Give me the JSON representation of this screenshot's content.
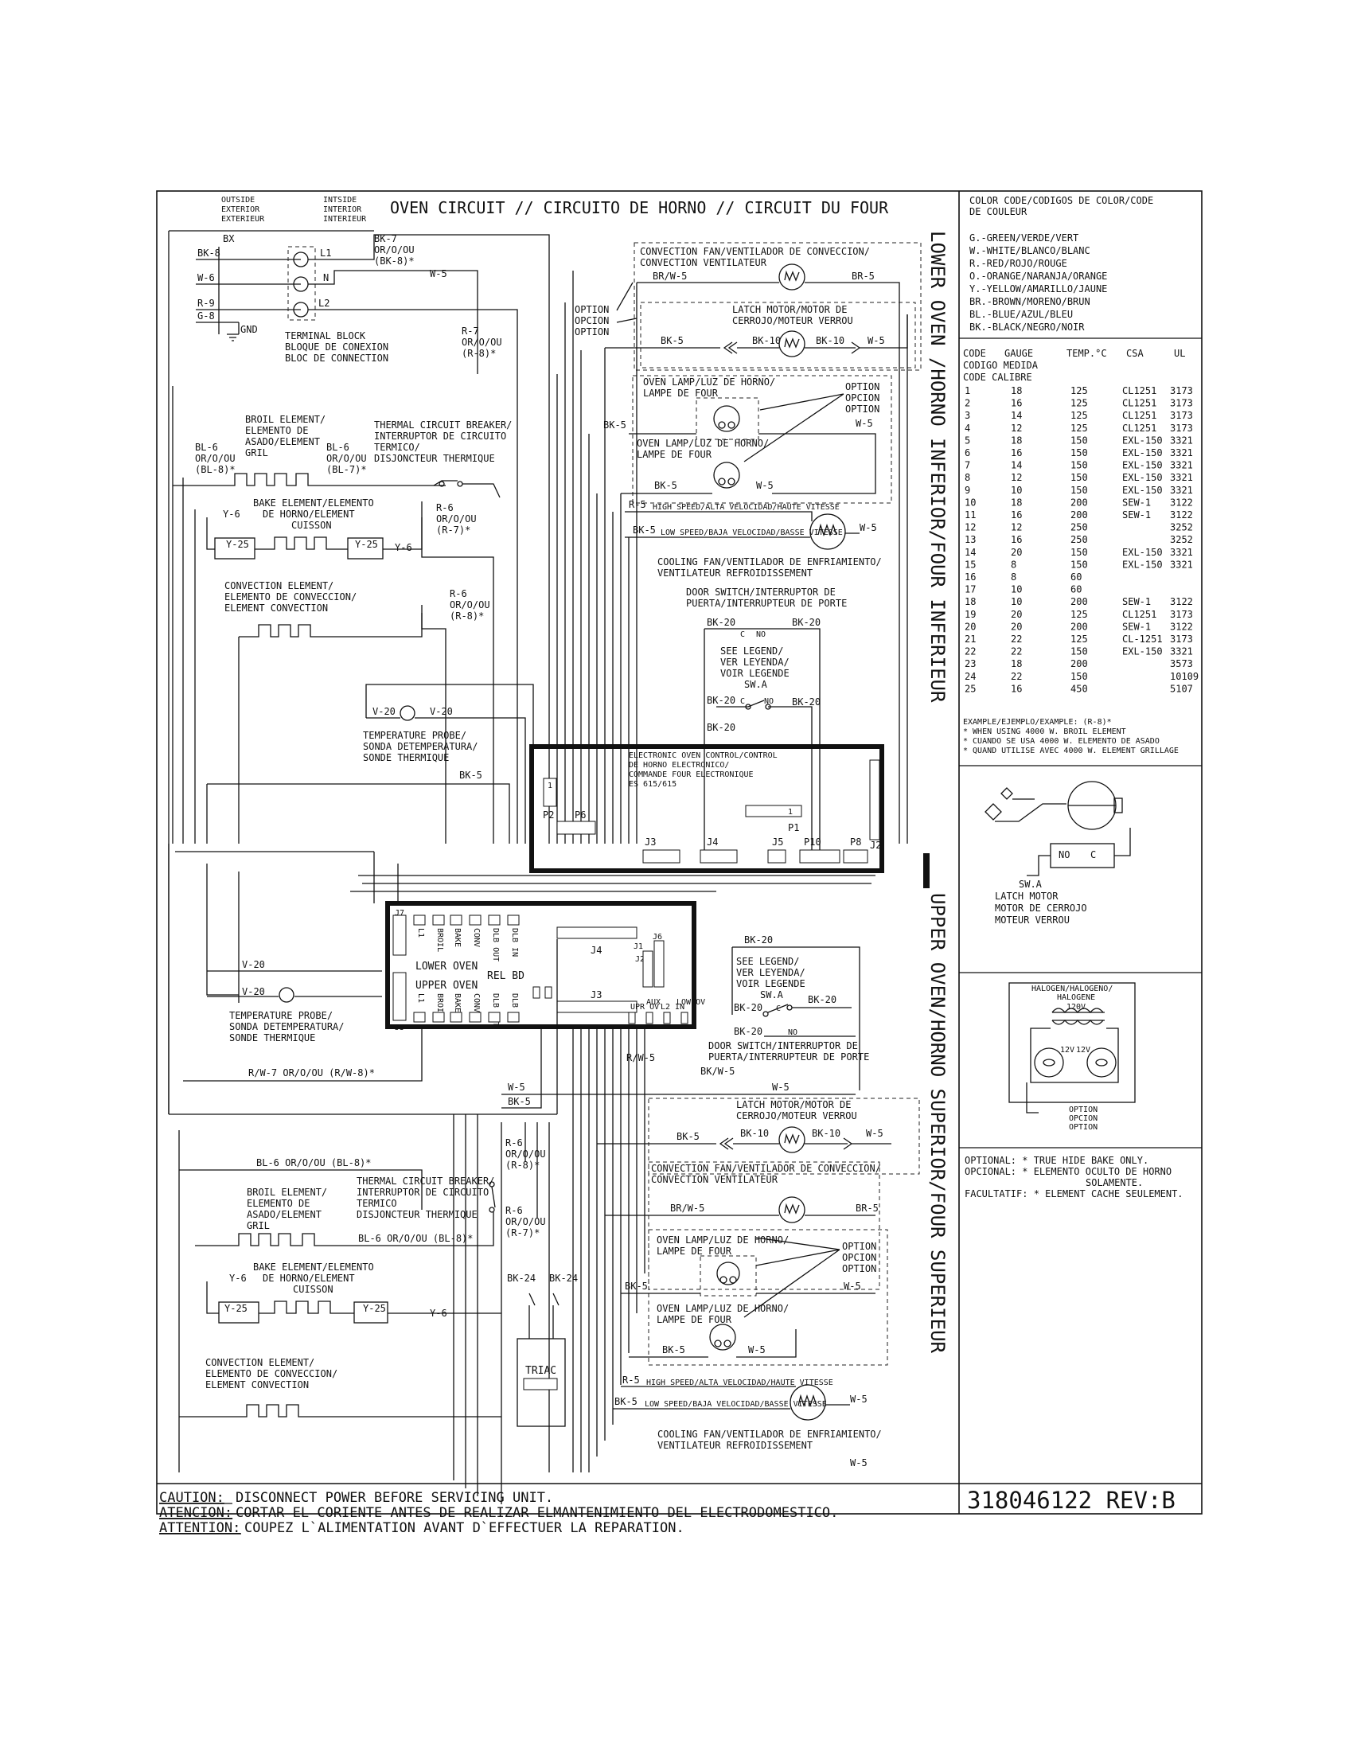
{
  "title": "OVEN CIRCUIT // CIRCUITO DE HORNO // CIRCUIT DU FOUR",
  "outside_label": [
    "OUTSIDE",
    "EXTERIOR",
    "EXTERIEUR"
  ],
  "inside_label": [
    "INTSIDE",
    "INTERIOR",
    "INTERIEUR"
  ],
  "vertical_label": "LOWER OVEN /HORNO INFERIOR/FOUR INFERIEUR",
  "vertical_label_upper": "UPPER OVEN/HORNO SUPERIOR/FOUR SUPERIEUR",
  "terminal_block": {
    "wires": [
      "BK-8",
      "W-6",
      "R-9",
      "G-8"
    ],
    "terminals": [
      "L1",
      "N",
      "L2"
    ],
    "bx": "BX",
    "gnd": "GND",
    "labels": [
      "TERMINAL BLOCK",
      "BLOQUE DE CONEXION",
      "BLOC DE CONNECTION"
    ]
  },
  "top_wires": {
    "bk7": [
      "BK-7",
      "OR/O/OU",
      "(BK-8)*"
    ],
    "w5": "W-5",
    "r7": [
      "R-7",
      "OR/O/OU",
      "(R-8)*"
    ]
  },
  "legend_colors": {
    "header": [
      "COLOR CODE/CODIGOS DE COLOR/CODE",
      "DE COULEUR"
    ],
    "items": [
      "G.-GREEN/VERDE/VERT",
      "W.-WHITE/BLANCO/BLANC",
      "R.-RED/ROJO/ROUGE",
      "O.-ORANGE/NARANJA/ORANGE",
      "Y.-YELLOW/AMARILLO/JAUNE",
      "BR.-BROWN/MORENO/BRUN",
      "BL.-BLUE/AZUL/BLEU",
      "BK.-BLACK/NEGRO/NOIR"
    ]
  },
  "gauge_table": {
    "headers": [
      "CODE",
      "GAUGE",
      "TEMP.°C",
      "CSA",
      "UL"
    ],
    "subheaders": [
      "CODIGO MEDIDA",
      "CODE   CALIBRE"
    ],
    "rows": [
      [
        "1",
        "18",
        "125",
        "CL1251",
        "3173"
      ],
      [
        "2",
        "16",
        "125",
        "CL1251",
        "3173"
      ],
      [
        "3",
        "14",
        "125",
        "CL1251",
        "3173"
      ],
      [
        "4",
        "12",
        "125",
        "CL1251",
        "3173"
      ],
      [
        "5",
        "18",
        "150",
        "EXL-150",
        "3321"
      ],
      [
        "6",
        "16",
        "150",
        "EXL-150",
        "3321"
      ],
      [
        "7",
        "14",
        "150",
        "EXL-150",
        "3321"
      ],
      [
        "8",
        "12",
        "150",
        "EXL-150",
        "3321"
      ],
      [
        "9",
        "10",
        "150",
        "EXL-150",
        "3321"
      ],
      [
        "10",
        "18",
        "200",
        "SEW-1",
        "3122"
      ],
      [
        "11",
        "16",
        "200",
        "SEW-1",
        "3122"
      ],
      [
        "12",
        "12",
        "250",
        "",
        "3252"
      ],
      [
        "13",
        "16",
        "250",
        "",
        "3252"
      ],
      [
        "14",
        "20",
        "150",
        "EXL-150",
        "3321"
      ],
      [
        "15",
        "8",
        "150",
        "EXL-150",
        "3321"
      ],
      [
        "16",
        "8",
        "60",
        "",
        ""
      ],
      [
        "17",
        "10",
        "60",
        "",
        ""
      ],
      [
        "18",
        "10",
        "200",
        "SEW-1",
        "3122"
      ],
      [
        "19",
        "20",
        "125",
        "CL1251",
        "3173"
      ],
      [
        "20",
        "20",
        "200",
        "SEW-1",
        "3122"
      ],
      [
        "21",
        "22",
        "125",
        "CL-1251",
        "3173"
      ],
      [
        "22",
        "22",
        "150",
        "EXL-150",
        "3321"
      ],
      [
        "23",
        "18",
        "200",
        "",
        "3573"
      ],
      [
        "24",
        "22",
        "150",
        "",
        "10109"
      ],
      [
        "25",
        "16",
        "450",
        "",
        "5107"
      ]
    ],
    "example": [
      "EXAMPLE/EJEMPLO/EXAMPLE: (R-8)*",
      "* WHEN USING 4000 W. BROIL ELEMENT",
      "* CUANDO SE USA 4000 W. ELEMENTO DE ASADO",
      "* QUAND UTILISE AVEC 4000 W. ELEMENT GRILLAGE"
    ]
  },
  "sw_a_legend": {
    "no": "NO",
    "c": "C",
    "labels": [
      "SW.A",
      "LATCH MOTOR",
      "MOTOR DE CERROJO",
      "MOTEUR VERROU"
    ]
  },
  "halogen_legend": {
    "labels": [
      "HALOGEN/HALOGENO/",
      "HALOGENE"
    ],
    "v120": "120V",
    "v12a": "12V",
    "v12b": "12V",
    "option": [
      "OPTION",
      "OPCION",
      "OPTION"
    ]
  },
  "optional_notes": [
    "OPTIONAL: * TRUE HIDE BAKE ONLY.",
    "OPCIONAL: * ELEMENTO OCULTO DE HORNO",
    "SOLAMENTE.",
    "FACULTATIF: * ELEMENT CACHE SEULEMENT."
  ],
  "lower_oven": {
    "conv_fan": [
      "CONVECTION FAN/VENTILADOR DE CONVECCION/",
      "CONVECTION VENTILATEUR"
    ],
    "conv_fan_wires": [
      "BR/W-5",
      "BR-5"
    ],
    "option": [
      "OPTION",
      "OPCION",
      "OPTION"
    ],
    "latch": [
      "LATCH MOTOR/MOTOR DE",
      "CERROJO/MOTEUR VERROU"
    ],
    "latch_wires": [
      "BK-5",
      "BK-10",
      "BK-10",
      "W-5"
    ],
    "lamp1": [
      "OVEN LAMP/LUZ DE HORNO/",
      "LAMPE DE FOUR"
    ],
    "lamp_option": [
      "OPTION",
      "OPCION",
      "OPTION"
    ],
    "lamp2": [
      "OVEN LAMP/LUZ DE HORNO/",
      "LAMPE DE FOUR"
    ],
    "lamp_wires": [
      "BK-5",
      "W-5",
      "BK-5",
      "W-5"
    ],
    "cooling_wires": [
      "R-5",
      "BK-5",
      "W-5"
    ],
    "cooling_speed": [
      "HIGH SPEED/ALTA VELOCIDAD/HAUTE VITESSE",
      "LOW SPEED/BAJA VELOCIDAD/BASSE VITESSE"
    ],
    "cooling": [
      "COOLING FAN/VENTILADOR DE ENFRIAMIENTO/",
      "VENTILATEUR REFROIDISSEMENT"
    ],
    "door": [
      "DOOR SWITCH/INTERRUPTOR DE",
      "PUERTA/INTERRUPTEUR DE PORTE"
    ],
    "door_wires": [
      "BK-20",
      "BK-20",
      "BK-20",
      "BK-20",
      "BK-20"
    ],
    "see_legend": [
      "SEE LEGEND/",
      "VER LEYENDA/",
      "VOIR LEGENDE",
      "SW.A"
    ],
    "sw_contacts": [
      "C",
      "NO",
      "C",
      "NO"
    ],
    "broil": [
      "BROIL ELEMENT/",
      "ELEMENTO DE",
      "ASADO/ELEMENT",
      "GRIL"
    ],
    "bl6": [
      "BL-6",
      "OR/O/OU",
      "(BL-8)*"
    ],
    "bl6b": [
      "BL-6",
      "OR/O/OU",
      "(BL-7)*"
    ],
    "tcb": [
      "THERMAL CIRCUIT BREAKER/",
      "INTERRUPTOR DE CIRCUITO",
      "TERMICO/",
      "DISJONCTEUR THERMIQUE"
    ],
    "bake": [
      "BAKE ELEMENT/ELEMENTO",
      "DE HORNO/ELEMENT",
      "CUISSON"
    ],
    "bake_wires": [
      "Y-6",
      "Y-25",
      "Y-25",
      "Y-6"
    ],
    "r6a": [
      "R-6",
      "OR/O/OU",
      "(R-7)*"
    ],
    "conv": [
      "CONVECTION ELEMENT/",
      "ELEMENTO DE CONVECCION/",
      "ELEMENT CONVECTION"
    ],
    "r6b": [
      "R-6",
      "OR/O/OU",
      "(R-8)*"
    ],
    "probe_wires": [
      "V-20",
      "V-20"
    ],
    "probe": [
      "TEMPERATURE PROBE/",
      "SONDA DETEMPERATURA/",
      "SONDE THERMIQUE"
    ],
    "bk5": "BK-5"
  },
  "eoc": {
    "title": [
      "ELECTRONIC OVEN CONTROL/CONTROL",
      "DE HORNO ELECTRONICO/",
      "COMMANDE FOUR ELECTRONIQUE",
      "ES 615/615"
    ],
    "connectors": [
      "P2",
      "P6",
      "P1",
      "J3",
      "J4",
      "J5",
      "P10",
      "P8",
      "J2"
    ],
    "num1": "1",
    "num2": "1"
  },
  "relay": {
    "labels": [
      "LOWER OVEN",
      "UPPER OVEN",
      "REL BD"
    ],
    "j7": "J7",
    "j5": "J5",
    "top_terms": [
      "L1",
      "BROIL",
      "BAKE",
      "CONV",
      "DLB OUT",
      "DLB IN"
    ],
    "bot_terms": [
      "L1",
      "BROIL",
      "BAKE",
      "CONV",
      "DLB OUT",
      "DLB IN"
    ],
    "j4": "J4",
    "j3": "J3",
    "j1": "J1",
    "j2": "J2",
    "j6": "J6",
    "aux": [
      "UPR OV",
      "AUX",
      "L2 IN",
      "LOW OV"
    ]
  },
  "upper_oven": {
    "door_wires": [
      "BK-20",
      "BK-20",
      "BK-20",
      "BK-20"
    ],
    "see_legend": [
      "SEE LEGEND/",
      "VER LEYENDA/",
      "VOIR LEGENDE",
      "SW.A"
    ],
    "sw_contacts": [
      "C",
      "NO"
    ],
    "door": [
      "DOOR SWITCH/INTERRUPTOR DE",
      "PUERTA/INTERRUPTEUR DE PORTE"
    ],
    "wires": [
      "R/W-5",
      "BK/W-5",
      "W-5",
      "W-5",
      "BK-5"
    ],
    "latch": [
      "LATCH MOTOR/MOTOR DE",
      "CERROJO/MOTEUR VERROU"
    ],
    "latch_wires": [
      "BK-5",
      "BK-10",
      "BK-10",
      "W-5"
    ],
    "conv_fan": [
      "CONVECTION FAN/VENTILADOR DE CONVECCION/",
      "CONVECTION VENTILATEUR"
    ],
    "conv_fan_wires": [
      "BR/W-5",
      "BR-5"
    ],
    "lamp1": [
      "OVEN LAMP/LUZ DE HORNO/",
      "LAMPE DE FOUR"
    ],
    "lamp_option": [
      "OPTION",
      "OPCION",
      "OPTION"
    ],
    "lamp_w5": "W-5",
    "bk5": "BK-5",
    "lamp2": [
      "OVEN LAMP/LUZ DE HORNO/",
      "LAMPE DE FOUR"
    ],
    "lamp2_wires": [
      "BK-5",
      "W-5"
    ],
    "cooling_wires": [
      "R-5",
      "BK-5",
      "W-5"
    ],
    "cooling_speed": [
      "HIGH SPEED/ALTA VELOCIDAD/HAUTE VITESSE",
      "LOW SPEED/BAJA VELOCIDAD/BASSE VITESSE"
    ],
    "cooling": [
      "COOLING FAN/VENTILADOR DE ENFRIAMIENTO/",
      "VENTILATEUR REFROIDISSEMENT"
    ],
    "bottom_w5": "W-5",
    "probe_wire": "V-20",
    "probe_wire2": "V-20",
    "probe": [
      "TEMPERATURE PROBE/",
      "SONDA DETEMPERATURA/",
      "SONDE THERMIQUE"
    ],
    "rw7": "R/W-7 OR/O/OU (R/W-8)*",
    "bl6": "BL-6 OR/O/OU (BL-8)*",
    "bl6b": "BL-6 OR/O/OU (BL-8)*",
    "broil": [
      "BROIL ELEMENT/",
      "ELEMENTO DE",
      "ASADO/ELEMENT",
      "GRIL"
    ],
    "tcb": [
      "THERMAL CIRCUIT BREAKER/",
      "INTERRUPTOR DE CIRCUITO",
      "TERMICO",
      "DISJONCTEUR THERMIQUE"
    ],
    "r6a": [
      "R-6",
      "OR/O/OU",
      "(R-8)*"
    ],
    "r6b": [
      "R-6",
      "OR/O/OU",
      "(R-7)*"
    ],
    "bake": [
      "BAKE ELEMENT/ELEMENTO",
      "DE HORNO/ELEMENT",
      "CUISSON"
    ],
    "bake_wires": [
      "Y-6",
      "Y-25",
      "Y-25",
      "Y-6"
    ],
    "conv": [
      "CONVECTION ELEMENT/",
      "ELEMENTO DE CONVECCION/",
      "ELEMENT CONVECTION"
    ],
    "bk24": [
      "BK-24",
      "BK-24"
    ],
    "triac": "TRIAC"
  },
  "caution": [
    {
      "label": "CAUTION:",
      "text": " DISCONNECT POWER BEFORE SERVICING UNIT."
    },
    {
      "label": "ATENCION:",
      "text": "CORTAR EL CORIENTE ANTES DE REALIZAR ELMANTENIMIENTO DEL ELECTRODOMESTICO."
    },
    {
      "label": "ATTENTION:",
      "text": "COUPEZ L`ALIMENTATION AVANT D`EFFECTUER LA REPARATION."
    }
  ],
  "part_number": "318046122 REV:B"
}
